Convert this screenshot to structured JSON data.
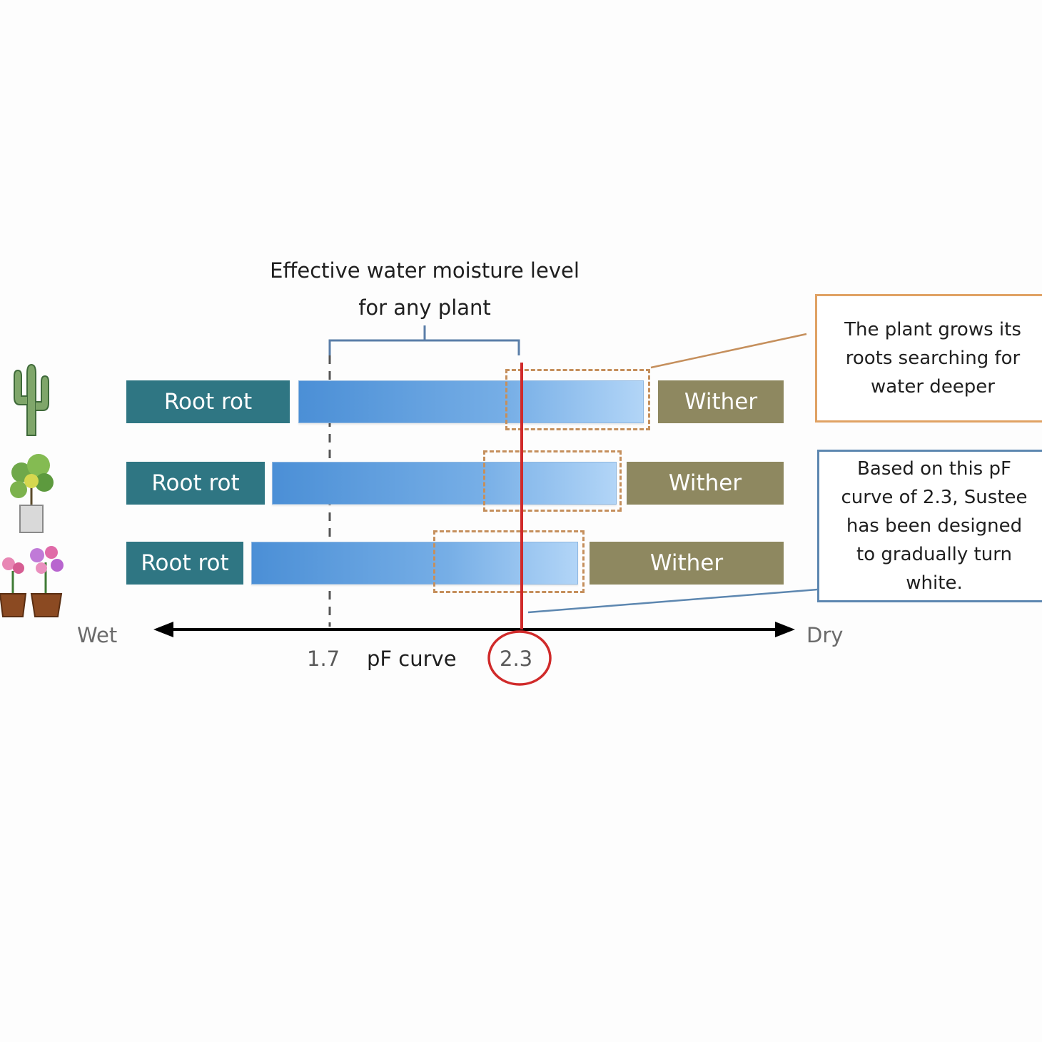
{
  "heading": {
    "line1": "Effective water moisture level",
    "line2": "for any plant"
  },
  "rows": [
    {
      "plant_icon": "cactus-icon",
      "left_label": "Root rot",
      "right_label": "Wither"
    },
    {
      "plant_icon": "potted-shrub-icon",
      "left_label": "Root rot",
      "right_label": "Wither"
    },
    {
      "plant_icon": "flower-pots-icon",
      "left_label": "Root rot",
      "right_label": "Wither"
    }
  ],
  "callouts": {
    "roots": [
      "The plant grows its",
      "roots searching for",
      "water deeper"
    ],
    "sustee": [
      "Based on this pF",
      "curve of 2.3, Sustee",
      "has been designed",
      "to gradually turn",
      "white."
    ]
  },
  "axis": {
    "left_label": "Wet",
    "right_label": "Dry",
    "name": "pF curve",
    "lower_mark": "1.7",
    "highlight_mark": "2.3"
  },
  "colors": {
    "root_rot": "#2f7683",
    "wither": "#8e8860",
    "marker": "#d02a2a",
    "callout_orange": "#e0a264",
    "callout_blue": "#5d87b0"
  }
}
